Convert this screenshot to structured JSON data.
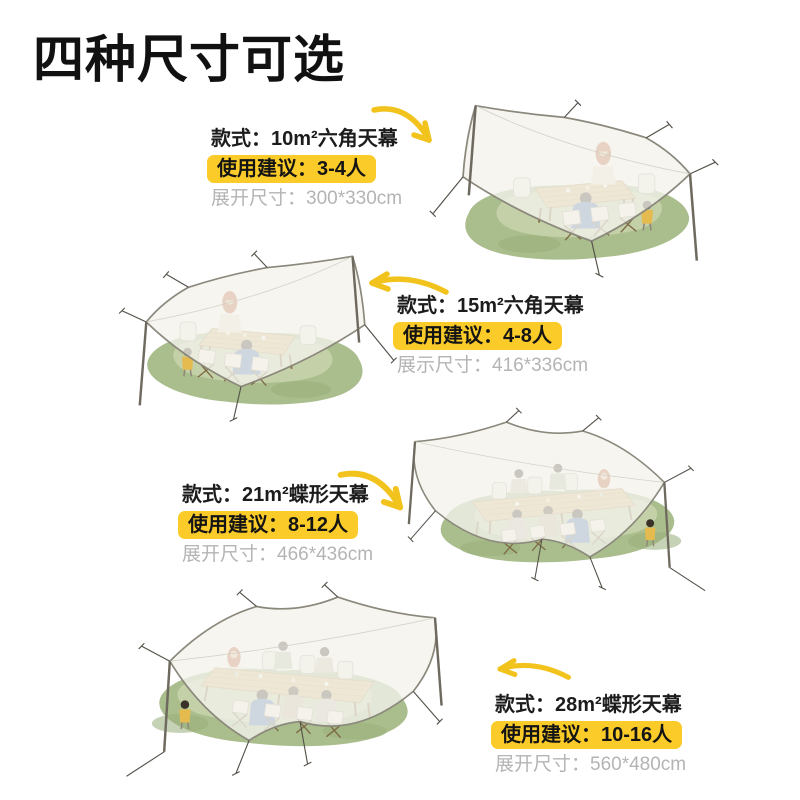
{
  "page": {
    "title": "四种尺寸可选"
  },
  "colors": {
    "badge_yellow": "#fbcb29",
    "arrow_yellow": "#f2c31d",
    "size_text_gray": "#b4b4b4",
    "title_black": "#111111",
    "grass_green": "#aabe8d",
    "canopy_fill": "#f3f2ec",
    "canopy_line": "#8b887c"
  },
  "sections": [
    {
      "style_label": "款式：10m²六角天幕",
      "usage_label": "使用建议：3-4人",
      "size_label": "展开尺寸：300*330cm",
      "tent_type": "hexagon-canopy",
      "arrow_direction": "down-right"
    },
    {
      "style_label": "款式：15m²六角天幕",
      "usage_label": "使用建议：4-8人",
      "size_label": "展示尺寸：416*336cm",
      "tent_type": "hexagon-canopy",
      "arrow_direction": "left"
    },
    {
      "style_label": "款式：21m²蝶形天幕",
      "usage_label": "使用建议：8-12人",
      "size_label": "展开尺寸：466*436cm",
      "tent_type": "butterfly-canopy",
      "arrow_direction": "down-right"
    },
    {
      "style_label": "款式：28m²蝶形天幕",
      "usage_label": "使用建议：10-16人",
      "size_label": "展开尺寸：560*480cm",
      "tent_type": "butterfly-canopy",
      "arrow_direction": "left"
    }
  ]
}
